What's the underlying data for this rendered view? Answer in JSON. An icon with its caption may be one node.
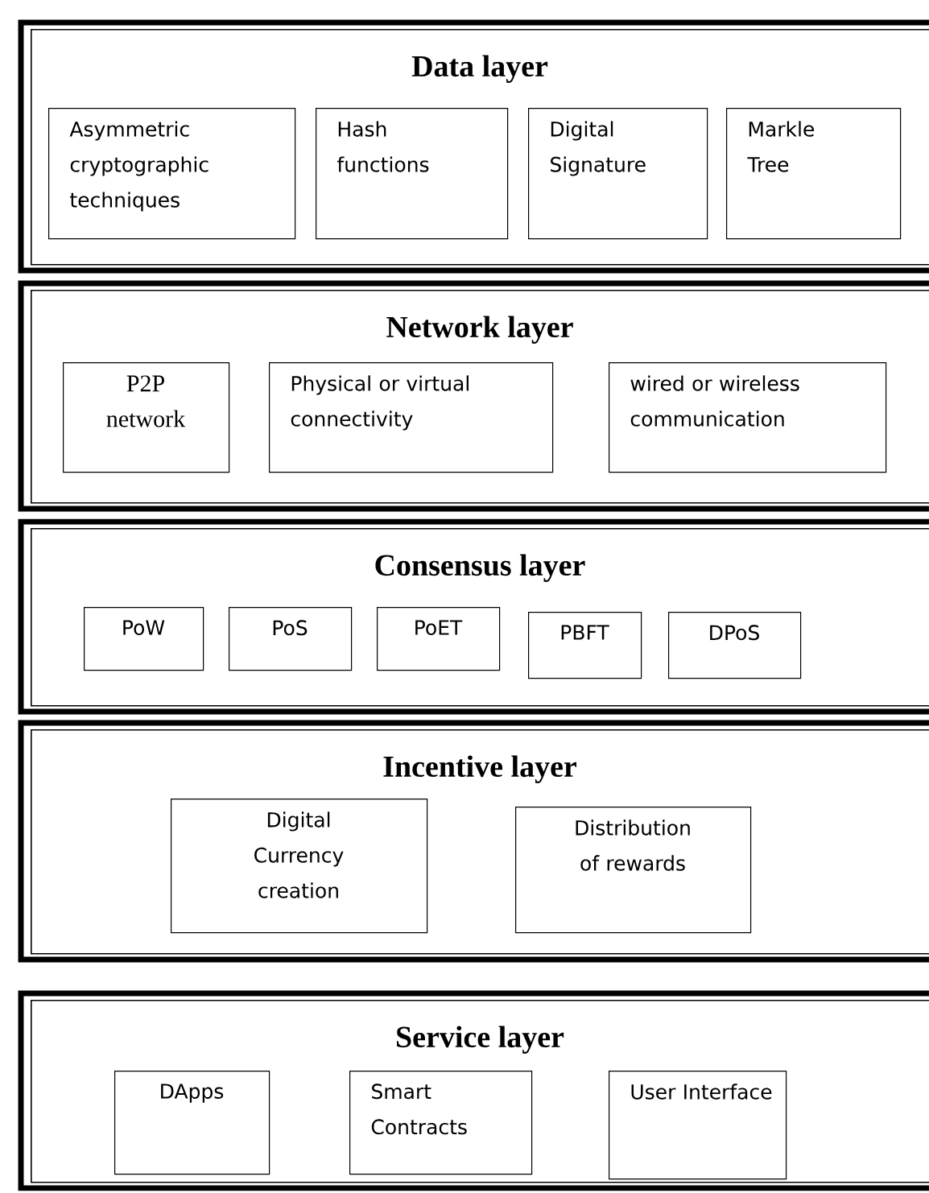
{
  "diagram": {
    "nodes": [
      {
        "text": [
          "Data layer"
        ]
      },
      {
        "text": [
          "Asymmetric cryptographic techniques"
        ],
        "in": 0
      },
      {
        "text": [
          "Hash functions"
        ],
        "in": 0
      },
      {
        "text": [
          "Digital Signature"
        ],
        "in": 0
      },
      {
        "text": [
          "Markle Tree"
        ],
        "in": 0
      },
      {
        "text": [
          "Network layer"
        ]
      },
      {
        "text": [
          "P2P network"
        ],
        "in": 5
      },
      {
        "text": [
          "Physical or virtual connectivity"
        ],
        "in": 5
      },
      {
        "text": [
          "wired or wireless communication"
        ],
        "in": 5
      },
      {
        "text": [
          "Consensus layer"
        ]
      },
      {
        "text": [
          "PoW"
        ],
        "in": 9
      },
      {
        "text": [
          "PoS"
        ],
        "in": 9
      },
      {
        "text": [
          "PoET"
        ],
        "in": 9
      },
      {
        "text": [
          "PBFT"
        ],
        "in": 9
      },
      {
        "text": [
          "DPoS"
        ],
        "in": 9
      },
      {
        "text": [
          "Incentive layer"
        ]
      },
      {
        "text": [
          "Digital Currency creation"
        ],
        "in": 15
      },
      {
        "text": [
          "Distribution of rewards"
        ],
        "in": 15
      },
      {
        "text": [
          "Service layer"
        ]
      },
      {
        "text": [
          "DApps"
        ],
        "in": 18
      },
      {
        "text": [
          "Smart Contracts"
        ],
        "in": 18
      },
      {
        "text": [
          "User Interface"
        ],
        "in": 18
      }
    ]
  }
}
